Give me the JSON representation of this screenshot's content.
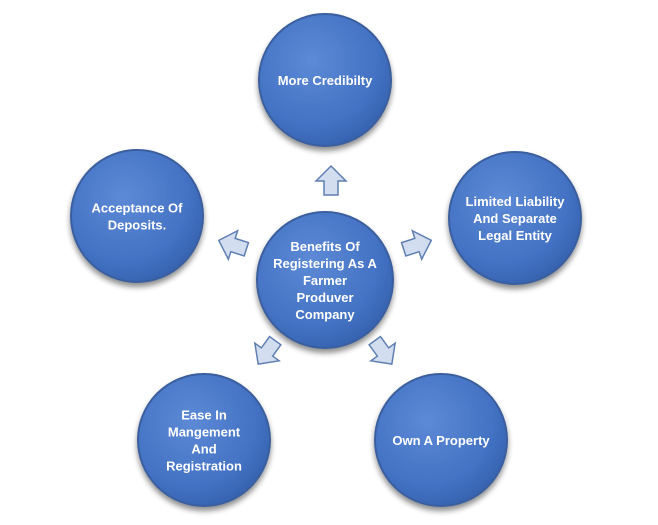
{
  "center": {
    "lines": [
      "Benefits Of",
      "Registering As A",
      "Farmer",
      "Produver",
      "Company"
    ]
  },
  "nodes": [
    {
      "id": "credibility",
      "lines": [
        "More Credibilty"
      ]
    },
    {
      "id": "liability",
      "lines": [
        "Limited Liability",
        "And Separate",
        "Legal Entity"
      ]
    },
    {
      "id": "property",
      "lines": [
        "Own A Property"
      ]
    },
    {
      "id": "management",
      "lines": [
        "Ease In",
        "Mangement",
        "And",
        "Registration"
      ]
    },
    {
      "id": "deposits",
      "lines": [
        "Acceptance Of",
        "Deposits."
      ]
    }
  ],
  "colors": {
    "circle_fill": "#4472c4",
    "circle_stroke": "#3a5f9e",
    "arrow_fill": "#d2ddef",
    "arrow_stroke": "#5f7fb3",
    "text": "#ffffff"
  }
}
